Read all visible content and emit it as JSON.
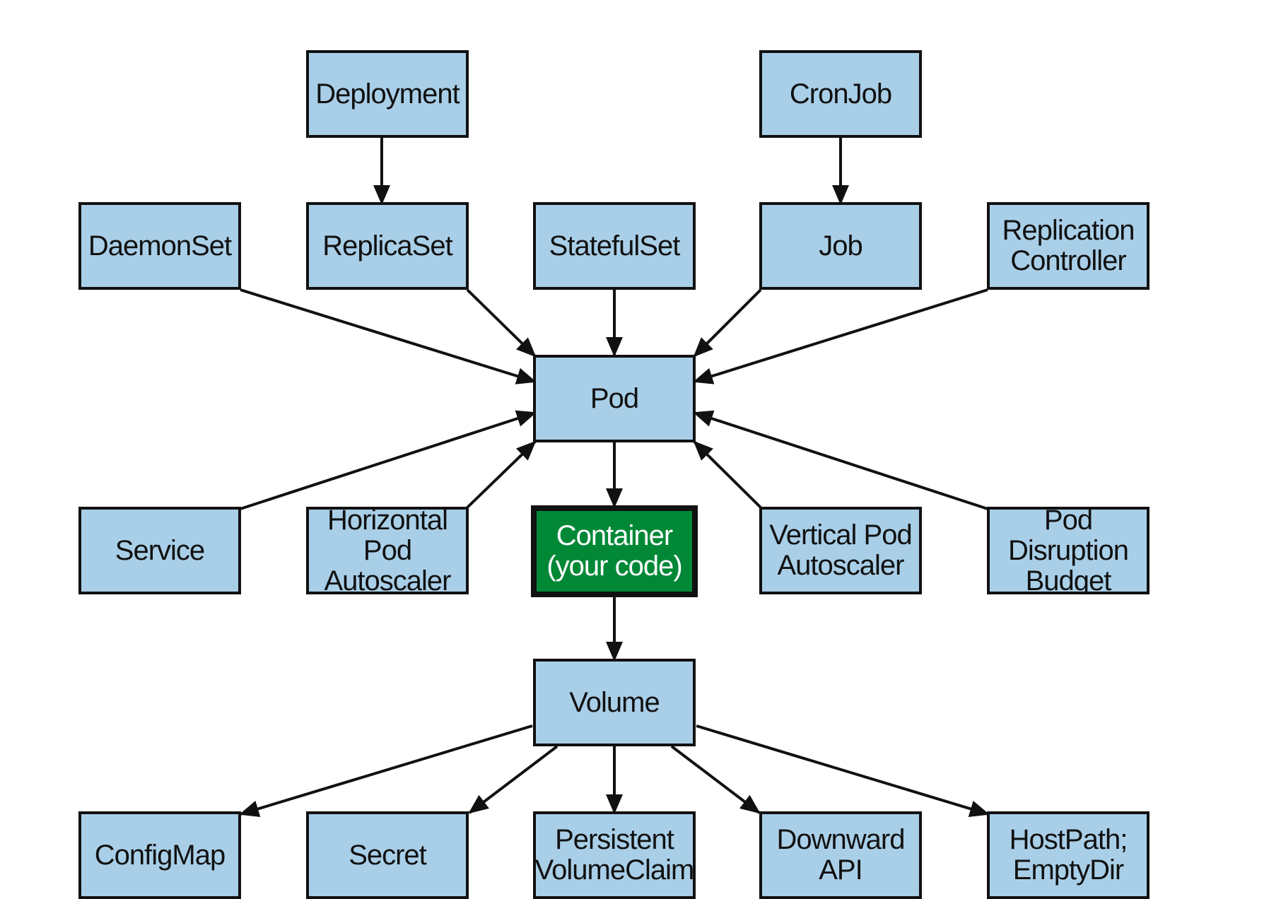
{
  "nodes": {
    "deployment": "Deployment",
    "cronjob": "CronJob",
    "daemonset": "DaemonSet",
    "replicaset": "ReplicaSet",
    "statefulset": "StatefulSet",
    "job": "Job",
    "replication_controller": "Replication\nController",
    "pod": "Pod",
    "service": "Service",
    "hpa": "Horizontal Pod\nAutoscaler",
    "container": "Container\n(your code)",
    "vpa": "Vertical Pod\nAutoscaler",
    "pdb": "Pod Disruption\nBudget",
    "volume": "Volume",
    "configmap": "ConfigMap",
    "secret": "Secret",
    "pvc": "Persistent\nVolumeClaim",
    "downward_api": "Downward\nAPI",
    "hostpath_emptydir": "HostPath;\nEmptyDir"
  },
  "colors": {
    "node_fill": "#a9cfe8",
    "highlight_fill": "#008837",
    "border": "#111111"
  }
}
